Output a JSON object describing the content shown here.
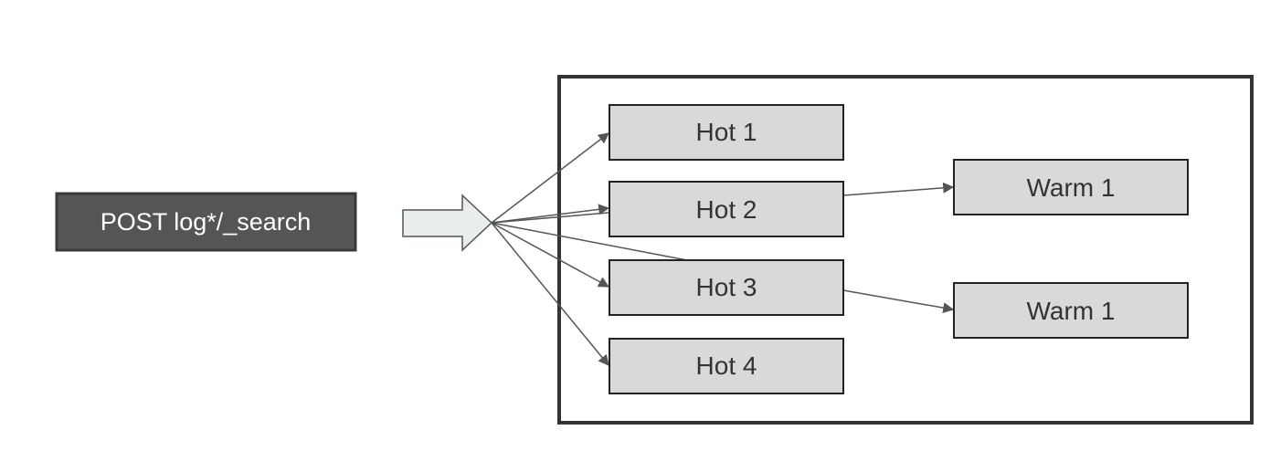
{
  "query": {
    "label": "POST log*/_search"
  },
  "cluster": {
    "hot_nodes": [
      {
        "label": "Hot 1"
      },
      {
        "label": "Hot 2"
      },
      {
        "label": "Hot 3"
      },
      {
        "label": "Hot 4"
      }
    ],
    "warm_nodes": [
      {
        "label": "Warm 1"
      },
      {
        "label": "Warm 1"
      }
    ]
  },
  "colors": {
    "query_box_fill": "#555555",
    "query_box_stroke": "#3a3a3a",
    "node_fill": "#d9d9d9",
    "node_stroke": "#222222",
    "arrow_fill": "#e8eded",
    "line_color": "#555555",
    "cluster_border": "#333333"
  }
}
